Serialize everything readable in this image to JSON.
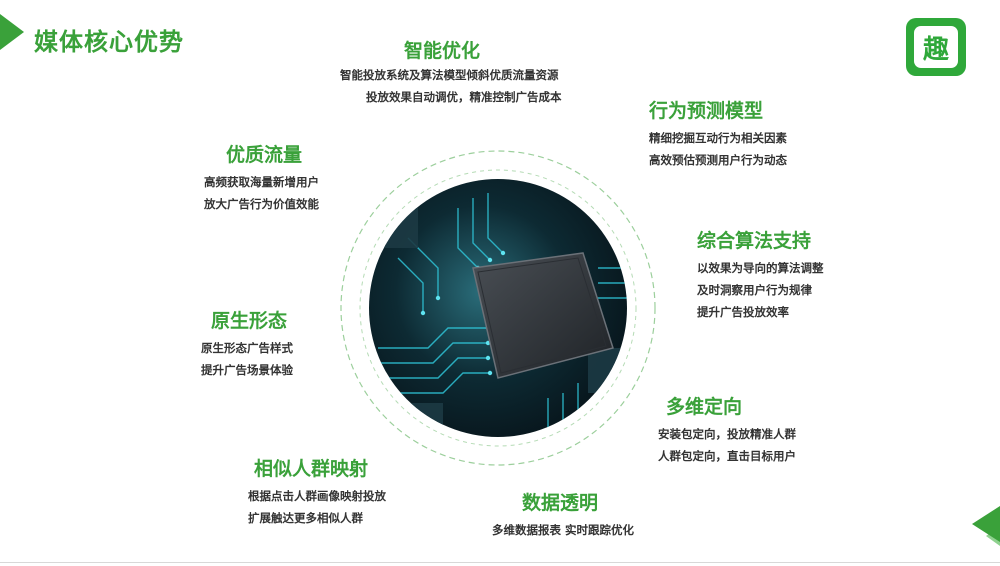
{
  "page": {
    "title": "媒体核心优势",
    "logo_text": "趣",
    "accent_color": "#3aa13a"
  },
  "features": [
    {
      "id": "smart",
      "title": "智能优化",
      "lines": [
        "智能投放系统及算法模型倾斜优质流量资源",
        "投放效果自动调优，精准控制广告成本"
      ]
    },
    {
      "id": "predict",
      "title": "行为预测模型",
      "lines": [
        "精细挖掘互动行为相关因素",
        "高效预估预测用户行为动态"
      ]
    },
    {
      "id": "traffic",
      "title": "优质流量",
      "lines": [
        "高频获取海量新增用户",
        "放大广告行为价值效能"
      ]
    },
    {
      "id": "algo",
      "title": "综合算法支持",
      "lines": [
        "以效果为导向的算法调整",
        "及时洞察用户行为规律",
        "提升广告投放效率"
      ]
    },
    {
      "id": "native",
      "title": "原生形态",
      "lines": [
        "原生形态广告样式",
        "提升广告场景体验"
      ]
    },
    {
      "id": "target",
      "title": "多维定向",
      "lines": [
        "安装包定向，投放精准人群",
        "人群包定向，直击目标用户"
      ]
    },
    {
      "id": "lookalike",
      "title": "相似人群映射",
      "lines": [
        "根据点击人群画像映射投放",
        "扩展触达更多相似人群"
      ]
    },
    {
      "id": "data",
      "title": "数据透明",
      "lines": [
        "多维数据报表 实时跟踪优化"
      ]
    }
  ]
}
